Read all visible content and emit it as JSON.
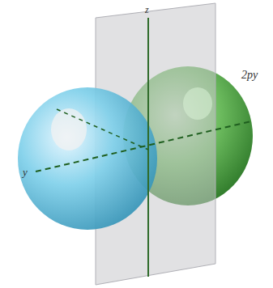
{
  "diagram": {
    "labels": [
      "z",
      "y",
      "2py"
    ]
  }
}
